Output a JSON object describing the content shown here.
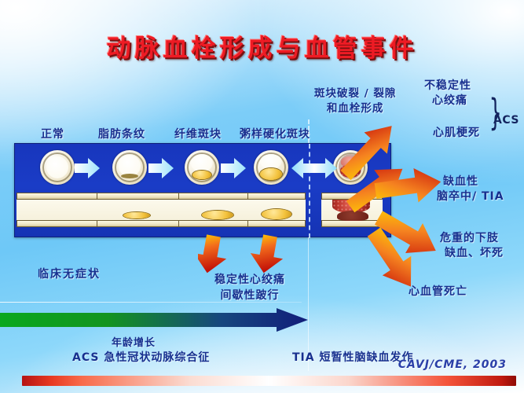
{
  "title": "动脉血栓形成与血管事件",
  "stages": [
    {
      "label": "正常"
    },
    {
      "label": "脂肪条纹"
    },
    {
      "label": "纤维斑块"
    },
    {
      "label": "粥样硬化斑块"
    }
  ],
  "rupture_caption": "斑块破裂 / 裂隙\n和血栓形成",
  "rupture_caption_line1": "斑块破裂 / 裂隙",
  "rupture_caption_line2": "和血栓形成",
  "outcomes": [
    {
      "line1": "不稳定性",
      "line2": "心绞痛"
    },
    {
      "line1": "心肌梗死",
      "line2": ""
    },
    {
      "line1": "缺血性",
      "line2": "脑卒中/ TIA"
    },
    {
      "line1": "危重的下肢",
      "line2": "缺血、坏死"
    },
    {
      "line1": "心血管死亡",
      "line2": ""
    }
  ],
  "acs_bracket_label": "ACS",
  "asymptomatic_label": "临床无症状",
  "stable_outcome": {
    "line1": "稳定性心绞痛",
    "line2": "间歇性跛行"
  },
  "timeline": {
    "age_label": "年龄增长",
    "acs_legend": "ACS  急性冠状动脉综合征",
    "tia_legend": "TIA  短暂性脑缺血发作"
  },
  "credit": "CAVJ/CME, 2003",
  "colors": {
    "title_red": "#ee1b24",
    "panel_blue": "#1a3cc6",
    "text_blue": "#17308f",
    "arrow_yellow": "#ffd400",
    "arrow_red": "#c8140a",
    "timeline_green": "#0a9a22",
    "timeline_navy": "#111d7a"
  }
}
